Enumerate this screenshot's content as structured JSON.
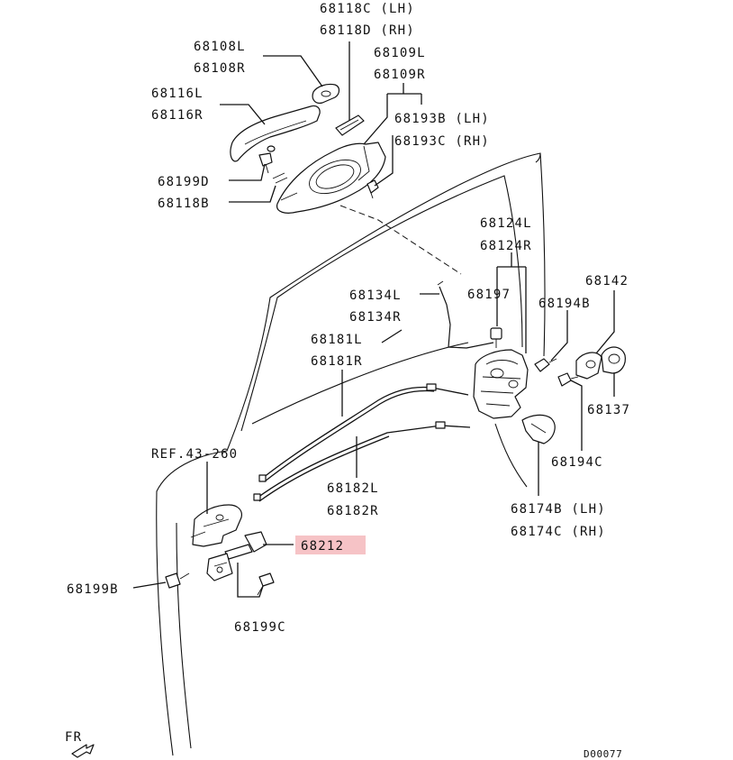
{
  "diagram_id": "D00077",
  "fr_label": "FR",
  "highlight_color": "#f6c3c6",
  "labels": {
    "p68118c": "68118C (LH)",
    "p68118d": "68118D (RH)",
    "p68108l": "68108L",
    "p68108r": "68108R",
    "p68109l": "68109L",
    "p68109r": "68109R",
    "p68116l": "68116L",
    "p68116r": "68116R",
    "p68193b": "68193B (LH)",
    "p68193c": "68193C (RH)",
    "p68199d": "68199D",
    "p68118b": "68118B",
    "p68124l": "68124L",
    "p68124r": "68124R",
    "p68134l": "68134L",
    "p68134r": "68134R",
    "p68197": "68197",
    "p68142": "68142",
    "p68194b": "68194B",
    "p68181l": "68181L",
    "p68181r": "68181R",
    "p68137": "68137",
    "ref": "REF.43-260",
    "p68194c": "68194C",
    "p68182l": "68182L",
    "p68182r": "68182R",
    "p68174b": "68174B (LH)",
    "p68174c": "68174C (RH)",
    "p68212": "68212",
    "p68199b": "68199B",
    "p68199c": "68199C"
  }
}
